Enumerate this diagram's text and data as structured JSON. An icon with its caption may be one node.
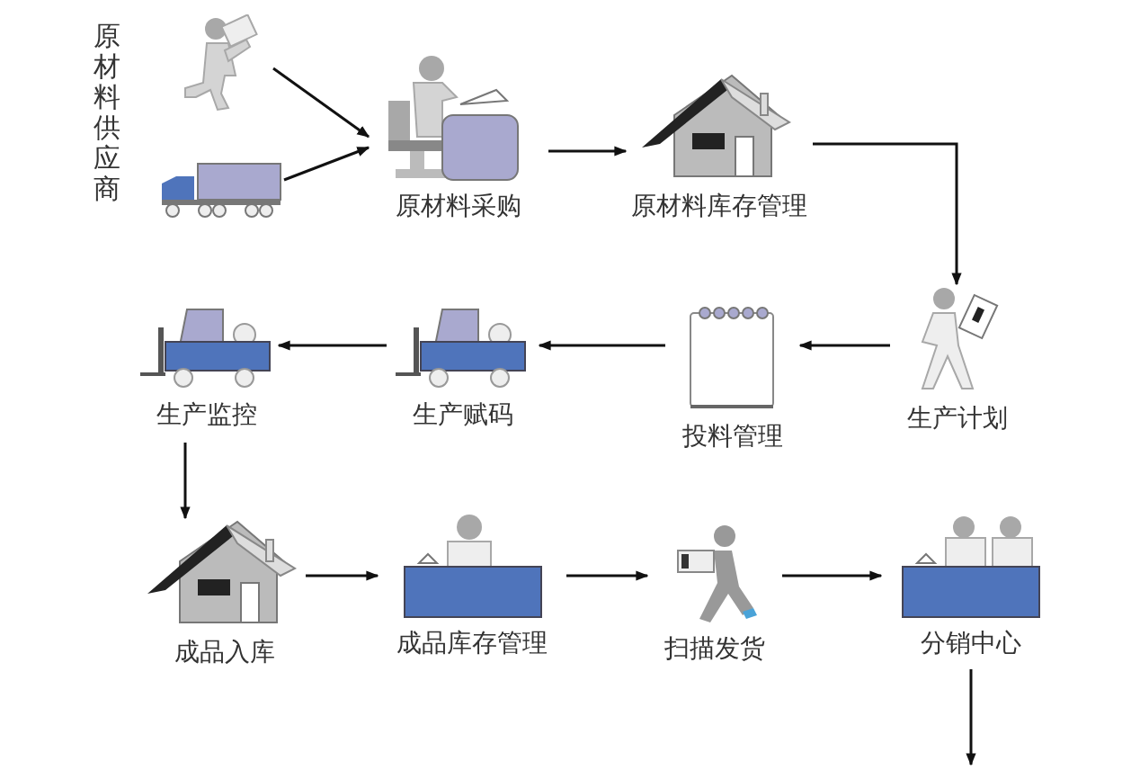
{
  "diagram": {
    "nodes": [
      {
        "text": [],
        "shape": "person"
      },
      {
        "text": [],
        "shape": "picture"
      },
      {
        "text": [
          "原材料采购"
        ]
      },
      {
        "text": [
          "原材料库存管理"
        ]
      },
      {
        "text": [
          "生产计划"
        ]
      },
      {
        "text": [
          "投料管理"
        ]
      },
      {
        "text": [
          "生产赋码"
        ]
      },
      {
        "text": [
          "生产监控"
        ]
      },
      {
        "text": [
          "成品入库"
        ]
      },
      {
        "text": [
          "成品库存管理"
        ]
      },
      {
        "text": [
          "扫描发货"
        ]
      },
      {
        "text": [
          "分销中心"
        ]
      }
    ],
    "edges": [
      {
        "from": 0,
        "to": 2,
        "arrow": "to"
      },
      {
        "from": 1,
        "to": 2,
        "arrow": "to"
      },
      {
        "from": 2,
        "to": 3,
        "arrow": "to"
      },
      {
        "from": 3,
        "to": 4,
        "arrow": "to"
      },
      {
        "from": 4,
        "to": 5,
        "arrow": "to"
      },
      {
        "from": 5,
        "to": 6,
        "arrow": "to"
      },
      {
        "from": 6,
        "to": 7,
        "arrow": "to"
      },
      {
        "from": 7,
        "to": 8,
        "arrow": "to"
      },
      {
        "from": 8,
        "to": 9,
        "arrow": "to"
      },
      {
        "from": 9,
        "to": 10,
        "arrow": "to"
      },
      {
        "from": 10,
        "to": 11,
        "arrow": "to"
      },
      {
        "from": 11,
        "to": null,
        "arrow": "to"
      }
    ],
    "labels": [
      "原材料供应商"
    ]
  }
}
